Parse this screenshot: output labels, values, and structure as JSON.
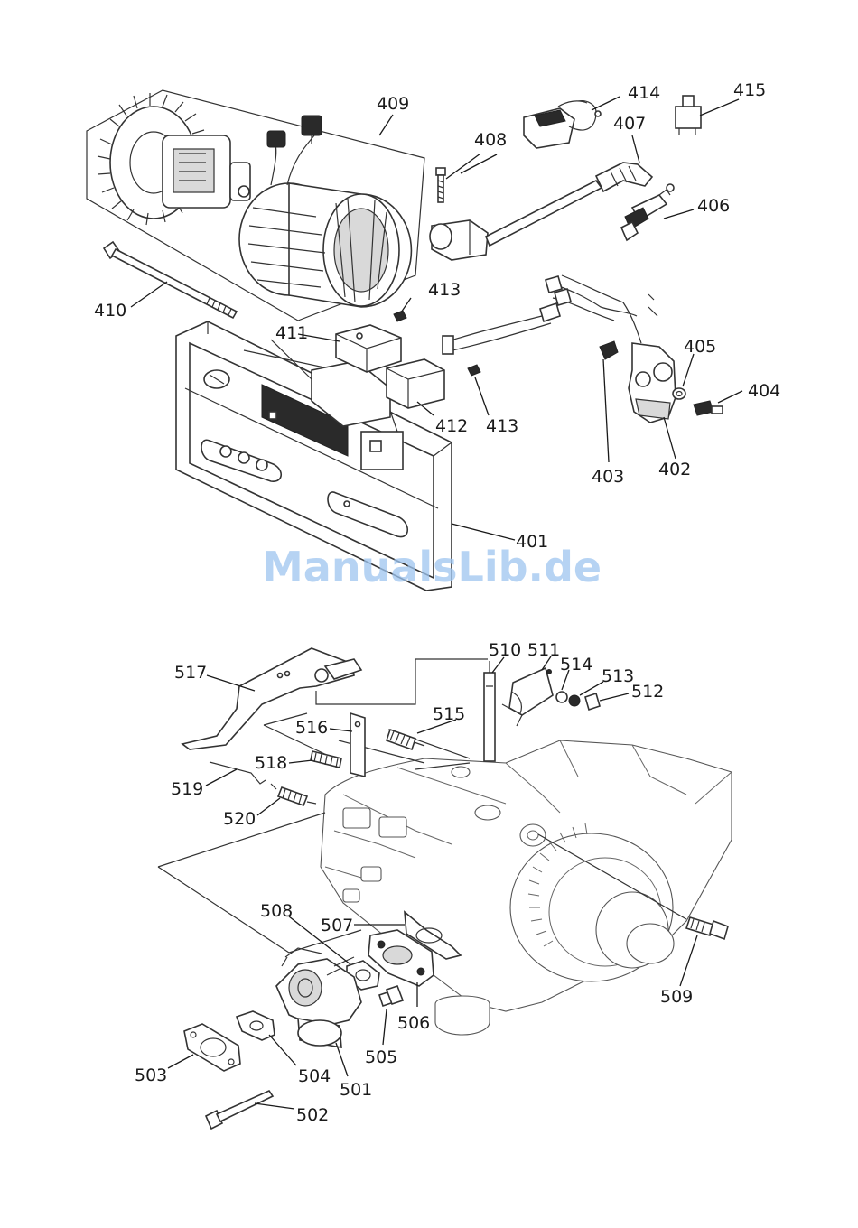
{
  "colors": {
    "ink": "#1a1a1a",
    "watermark": "#9ec5f0",
    "background": "#ffffff"
  },
  "watermark": "ManualsLib.de",
  "labels": {
    "p401": "401",
    "p402": "402",
    "p403": "403",
    "p404": "404",
    "p405": "405",
    "p406": "406",
    "p407": "407",
    "p408": "408",
    "p409": "409",
    "p410": "410",
    "p411": "411",
    "p412": "412",
    "p413a": "413",
    "p413b": "413",
    "p414": "414",
    "p415": "415",
    "p501": "501",
    "p502": "502",
    "p503": "503",
    "p504": "504",
    "p505": "505",
    "p506": "506",
    "p507": "507",
    "p508": "508",
    "p509": "509",
    "p510": "510",
    "p511": "511",
    "p512": "512",
    "p513": "513",
    "p514": "514",
    "p515": "515",
    "p516": "516",
    "p517": "517",
    "p518": "518",
    "p519": "519",
    "p520": "520"
  }
}
